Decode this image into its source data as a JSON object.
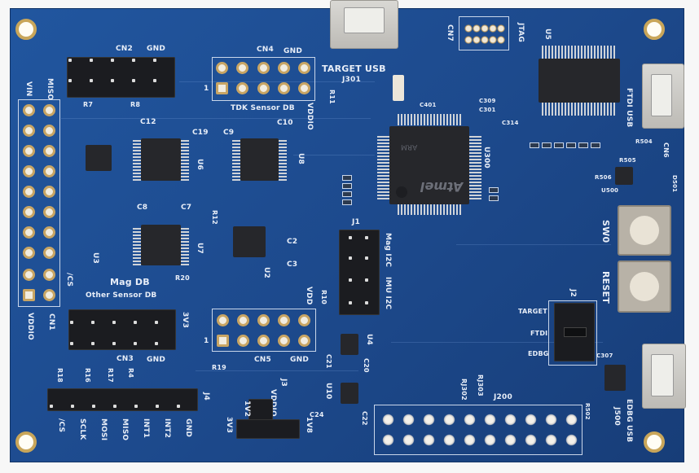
{
  "board": {
    "color": "#1f4f97",
    "chip_brand": "Atmel",
    "chip_marking": "ARM",
    "connectors": {
      "cn2": {
        "label": "CN2",
        "gnd": "GND",
        "refs": [
          "R7",
          "R8"
        ]
      },
      "cn4": {
        "label": "CN4",
        "gnd": "GND",
        "name": "TDK Sensor DB",
        "power": "VDDIO",
        "pin1": "1",
        "ref": "R11"
      },
      "cn1": {
        "label": "CN1",
        "top_left": "VIN",
        "top_right": "MISO",
        "bottom_left": "VDDIO",
        "cs": "/CS"
      },
      "cn3": {
        "label": "CN3",
        "gnd": "GND",
        "power": "3V3",
        "name": "Other Sensor DB"
      },
      "cn5": {
        "label": "CN5",
        "gnd": "GND",
        "power": "VDD",
        "pin1": "1",
        "refs": [
          "R19",
          "R10"
        ]
      },
      "cn7": {
        "label": "CN7",
        "name": "JTAG"
      },
      "cn6": {
        "label": "CN6"
      },
      "j4": {
        "label": "J4",
        "pins": [
          "/CS",
          "SCLK",
          "MOSI",
          "MISO",
          "INT1",
          "INT2",
          "GND"
        ],
        "refs": [
          "R18",
          "R16",
          "R17",
          "R4"
        ]
      },
      "j3": {
        "label": "J3",
        "power": "VDDIO",
        "options": [
          "1V2",
          "3V3",
          "1V8"
        ]
      },
      "j1": {
        "label": "J1",
        "mag": "Mag I2C",
        "imu": "IMU I2C"
      },
      "j2": {
        "label": "J2",
        "options": [
          "TARGET",
          "FTDI",
          "EDBG"
        ]
      },
      "j200": {
        "label": "J200",
        "refs": [
          "RJ302",
          "RJ303",
          "R502"
        ]
      },
      "target_usb": {
        "label": "TARGET USB",
        "ref": "J301"
      },
      "ftdi_usb": {
        "label": "FTDI USB"
      },
      "edbg_usb": {
        "label": "EDBG USB",
        "ref": "J500"
      }
    },
    "buttons": {
      "sw0": "SW0",
      "reset": "RESET"
    },
    "mag_db": "Mag DB",
    "components": [
      "C12",
      "C19",
      "C9",
      "C10",
      "C8",
      "C7",
      "U6",
      "U8",
      "U7",
      "U2",
      "U3",
      "C2",
      "C3",
      "R12",
      "R20",
      "U5",
      "U4",
      "U10",
      "C21",
      "C20",
      "C24",
      "C22",
      "C309",
      "C301",
      "C314",
      "C401",
      "C307",
      "R505",
      "R504",
      "R506",
      "U500",
      "D501",
      "U300"
    ]
  }
}
